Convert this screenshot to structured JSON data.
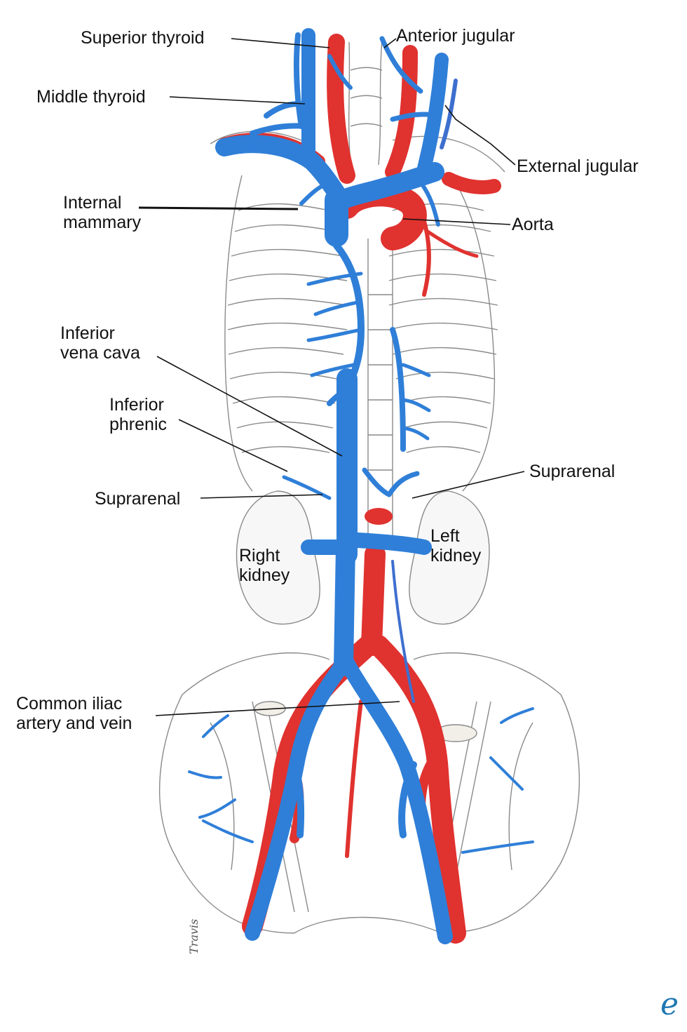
{
  "labels": {
    "superior_thyroid": "Superior thyroid",
    "anterior_jugular": "Anterior jugular",
    "middle_thyroid": "Middle thyroid",
    "external_jugular": "External jugular",
    "internal_mammary_1": "Internal",
    "internal_mammary_2": "mammary",
    "aorta": "Aorta",
    "ivc_1": "Inferior",
    "ivc_2": "vena cava",
    "inferior_phrenic_1": "Inferior",
    "inferior_phrenic_2": "phrenic",
    "suprarenal_left_label": "Suprarenal",
    "suprarenal_right_label": "Suprarenal",
    "right_kidney_1": "Right",
    "right_kidney_2": "kidney",
    "left_kidney_1": "Left",
    "left_kidney_2": "kidney",
    "common_iliac_1": "Common iliac",
    "common_iliac_2": "artery and vein"
  },
  "signature": "Travis",
  "logo": "e",
  "colors": {
    "vein": "#2f7fd8",
    "vein_dark": "#1f5fb0",
    "artery": "#e0322f",
    "artery_dark": "#b41e1e",
    "sketch": "#8a8a8a",
    "logo": "#1f78b4"
  }
}
